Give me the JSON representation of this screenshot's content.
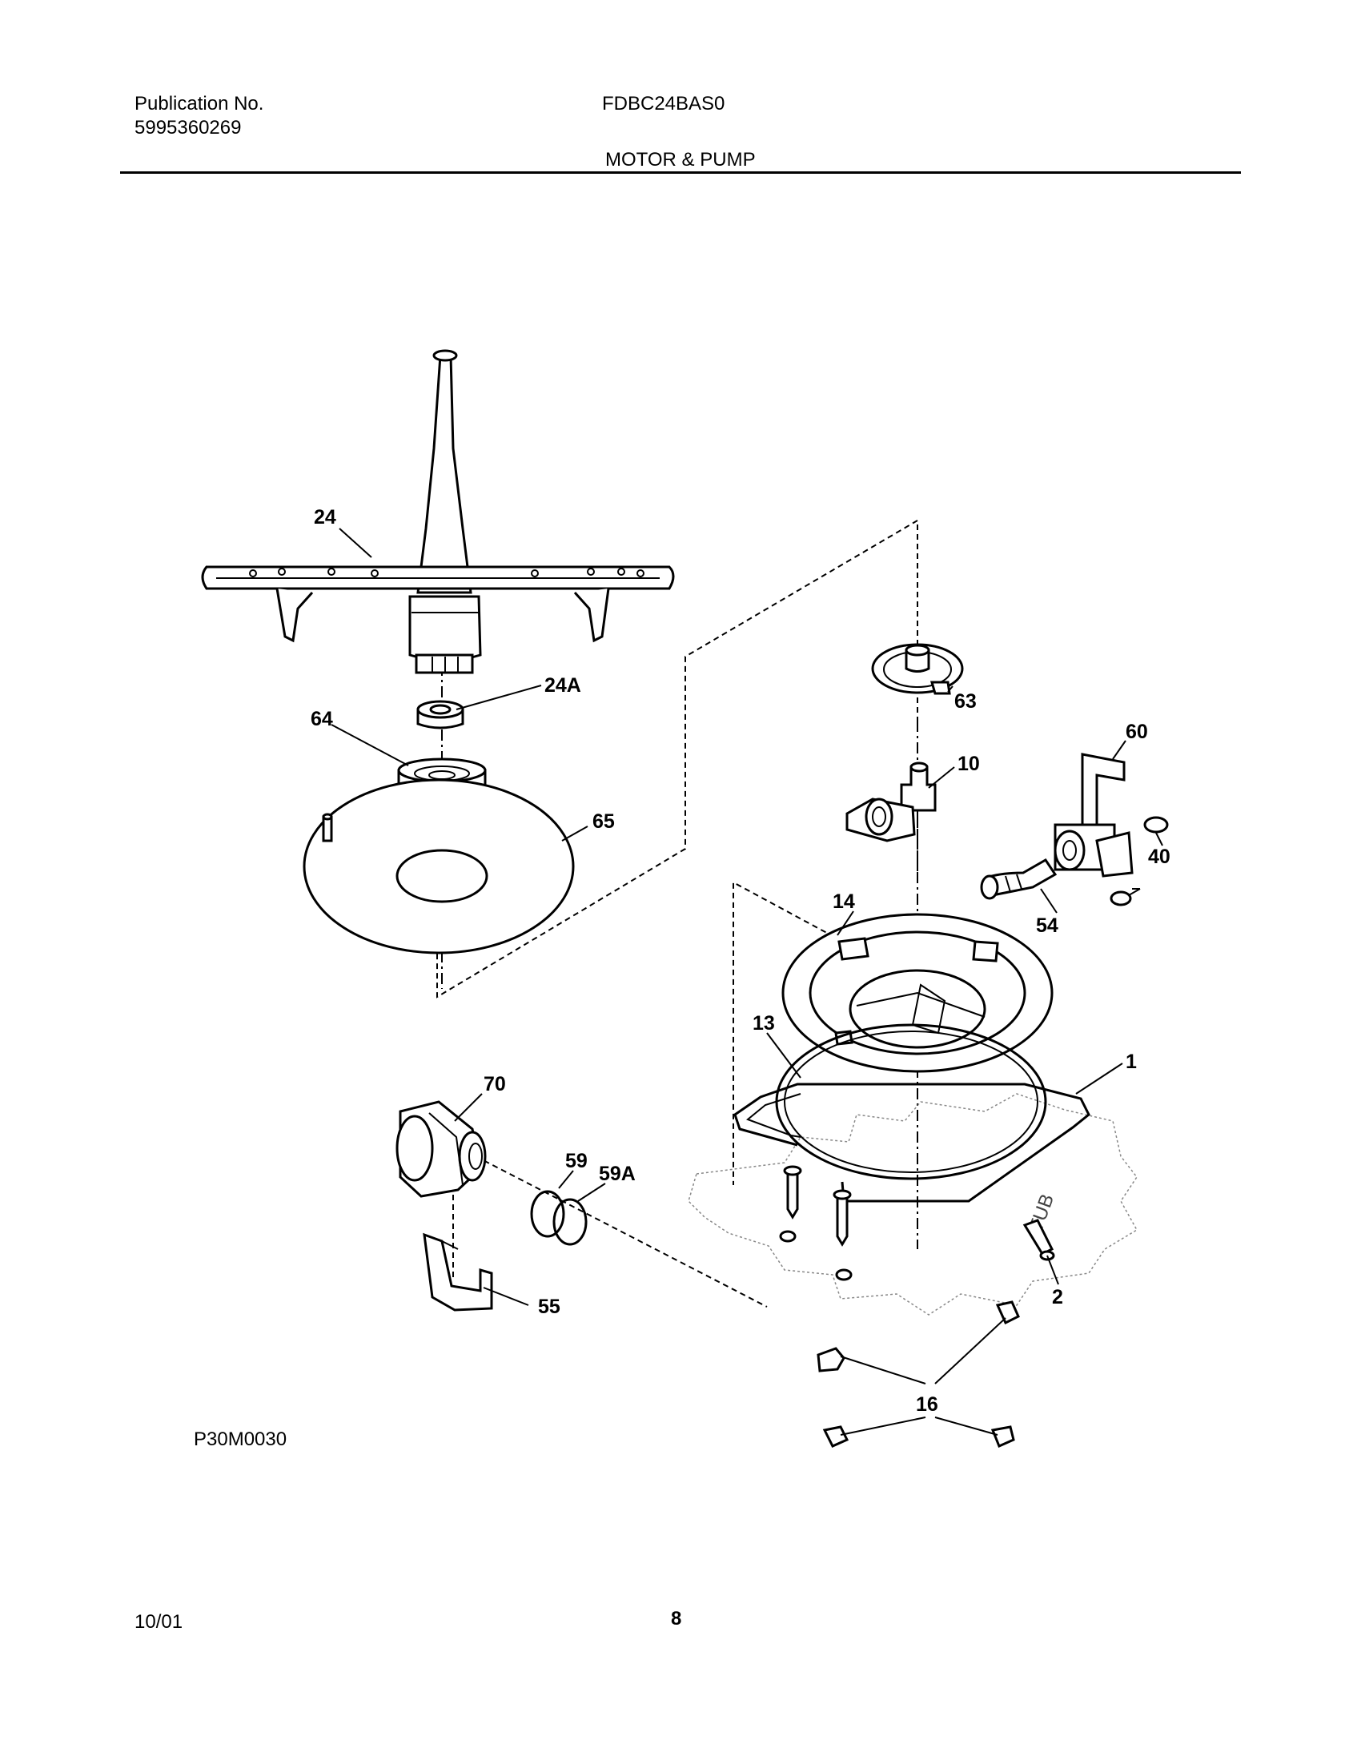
{
  "header": {
    "publication_label": "Publication No.",
    "publication_number": "5995360269",
    "model": "FDBC24BAS0",
    "section_title": "MOTOR & PUMP"
  },
  "diagram": {
    "drawing_code": "P30M0030",
    "callouts": {
      "c24": "24",
      "c24a": "24A",
      "c64": "64",
      "c65": "65",
      "c63": "63",
      "c10": "10",
      "c60": "60",
      "c40": "40",
      "c54": "54",
      "c14": "14",
      "c13": "13",
      "c1": "1",
      "c70": "70",
      "c59": "59",
      "c59a": "59A",
      "c55": "55",
      "c2": "2",
      "c16": "16"
    },
    "tub_label": "TUB"
  },
  "footer": {
    "date": "10/01",
    "page_number": "8"
  }
}
